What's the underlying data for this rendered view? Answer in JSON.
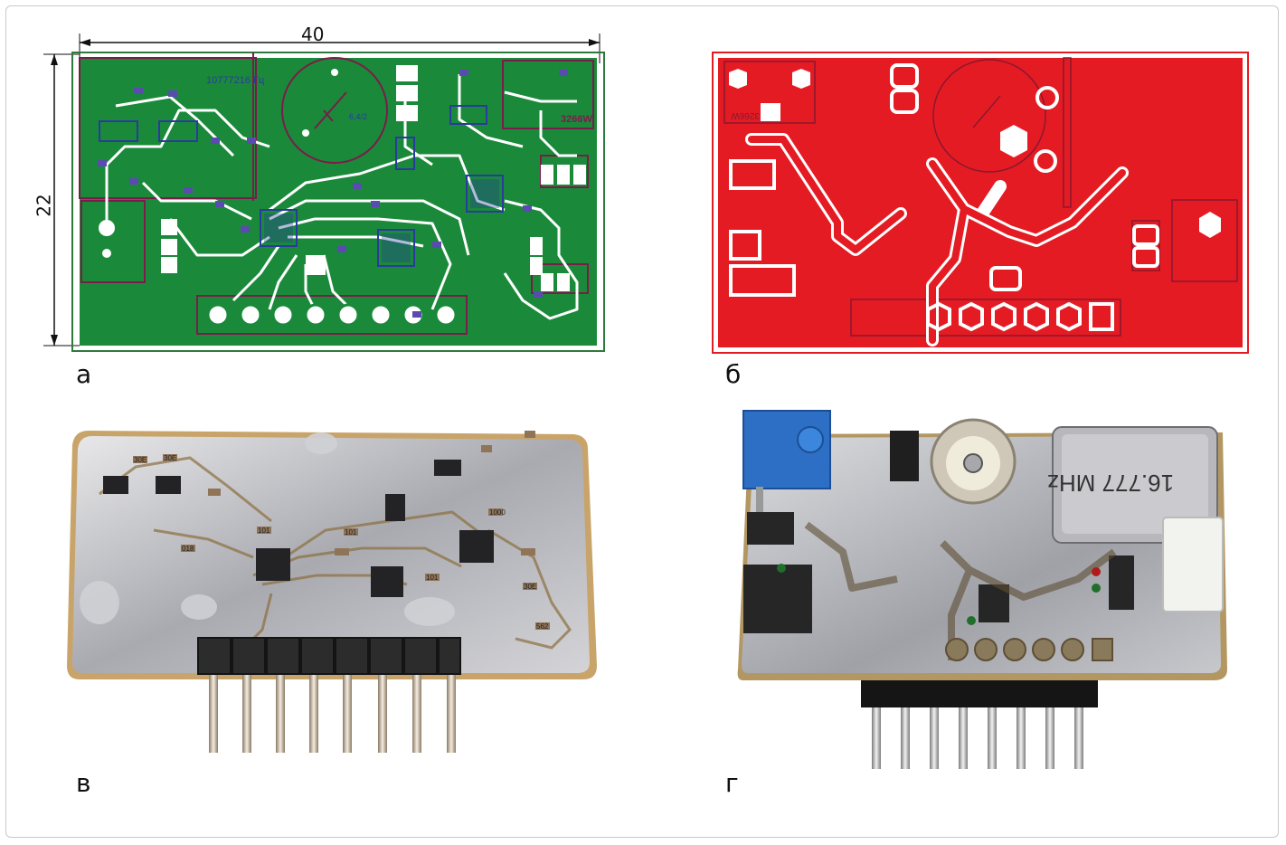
{
  "figure": {
    "panels": [
      {
        "id": "a",
        "label": "а",
        "kind": "pcb-layout-top"
      },
      {
        "id": "b",
        "label": "б",
        "kind": "pcb-layout-bottom"
      },
      {
        "id": "v",
        "label": "в",
        "kind": "photo-assembled-top"
      },
      {
        "id": "g",
        "label": "г",
        "kind": "photo-assembled-bottom"
      }
    ],
    "dimensions": {
      "width": "40",
      "height": "22"
    },
    "colors": {
      "top_layer": "#1a8a3a",
      "bottom_layer": "#e41b23",
      "outline": "#2d7a3c",
      "silkscreen": "#7a1d4a",
      "copper_pad": "#ffffff",
      "component": "#2b3aa0"
    },
    "board_labels": {
      "crystal_freq": "10777216 Гц",
      "trimmer": "3266W",
      "cap": "6,4/2",
      "crystal_photo": "16.777 MHz",
      "smd_codes": [
        "30E",
        "30E",
        "101",
        "018",
        "101",
        "1000",
        "30E",
        "562",
        "101"
      ]
    }
  }
}
